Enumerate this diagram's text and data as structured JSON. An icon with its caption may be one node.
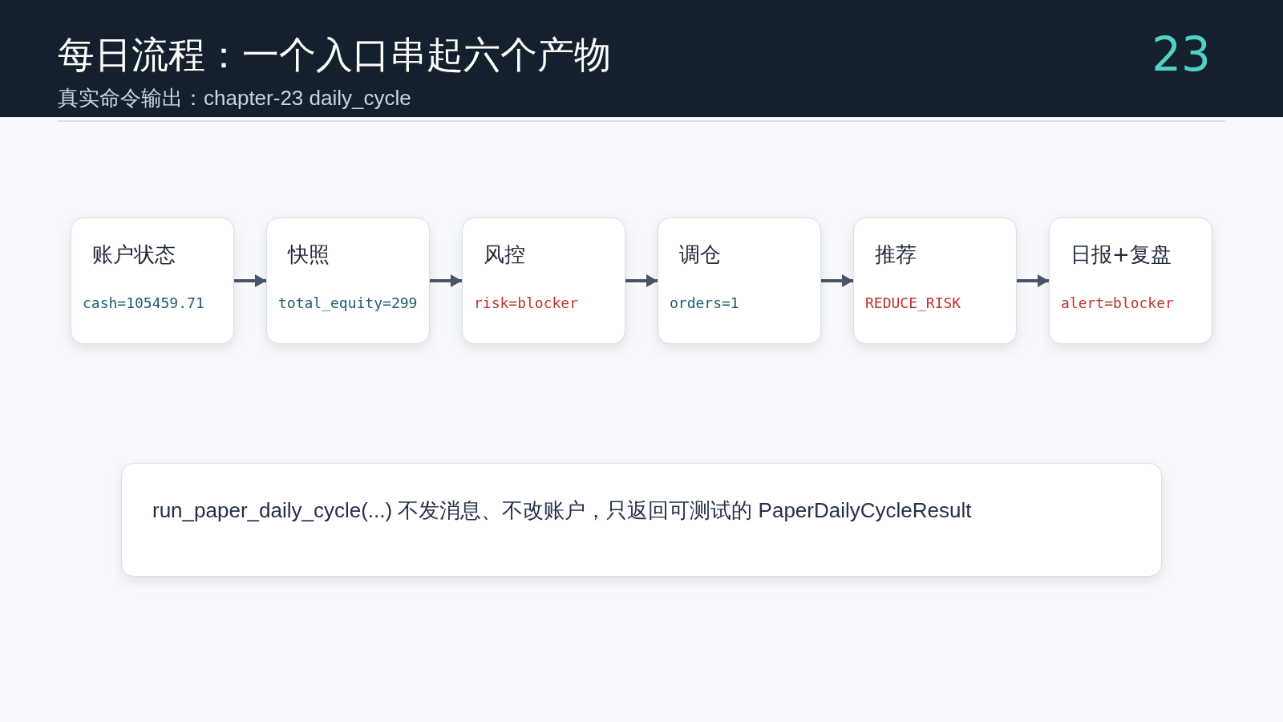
{
  "diagram": {
    "title": "每日流程：一个入口串起六个产物",
    "nodes": [
      {
        "text": [
          "账户状态",
          "cash=105459.71"
        ]
      },
      {
        "text": [
          "快照",
          "total_equity=299"
        ]
      },
      {
        "text": [
          "风控",
          "risk=blocker"
        ]
      },
      {
        "text": [
          "调仓",
          "orders=1"
        ]
      },
      {
        "text": [
          "推荐",
          "REDUCE_RISK"
        ]
      },
      {
        "text": [
          "日报+复盘",
          "alert=blocker"
        ]
      },
      {
        "text": [
          "run_paper_daily_cycle(...) 不发消息、不改账户，只返回可测试的 PaperDailyCycleResult"
        ]
      }
    ],
    "edges": [
      {
        "from": 0,
        "to": 1,
        "arrow": "to"
      },
      {
        "from": 1,
        "to": 2,
        "arrow": "to"
      },
      {
        "from": 2,
        "to": 3,
        "arrow": "to"
      },
      {
        "from": 3,
        "to": 4,
        "arrow": "to"
      },
      {
        "from": 4,
        "to": 5,
        "arrow": "to"
      }
    ],
    "labels": [
      "23",
      "真实命令输出：chapter-23 daily_cycle"
    ]
  }
}
